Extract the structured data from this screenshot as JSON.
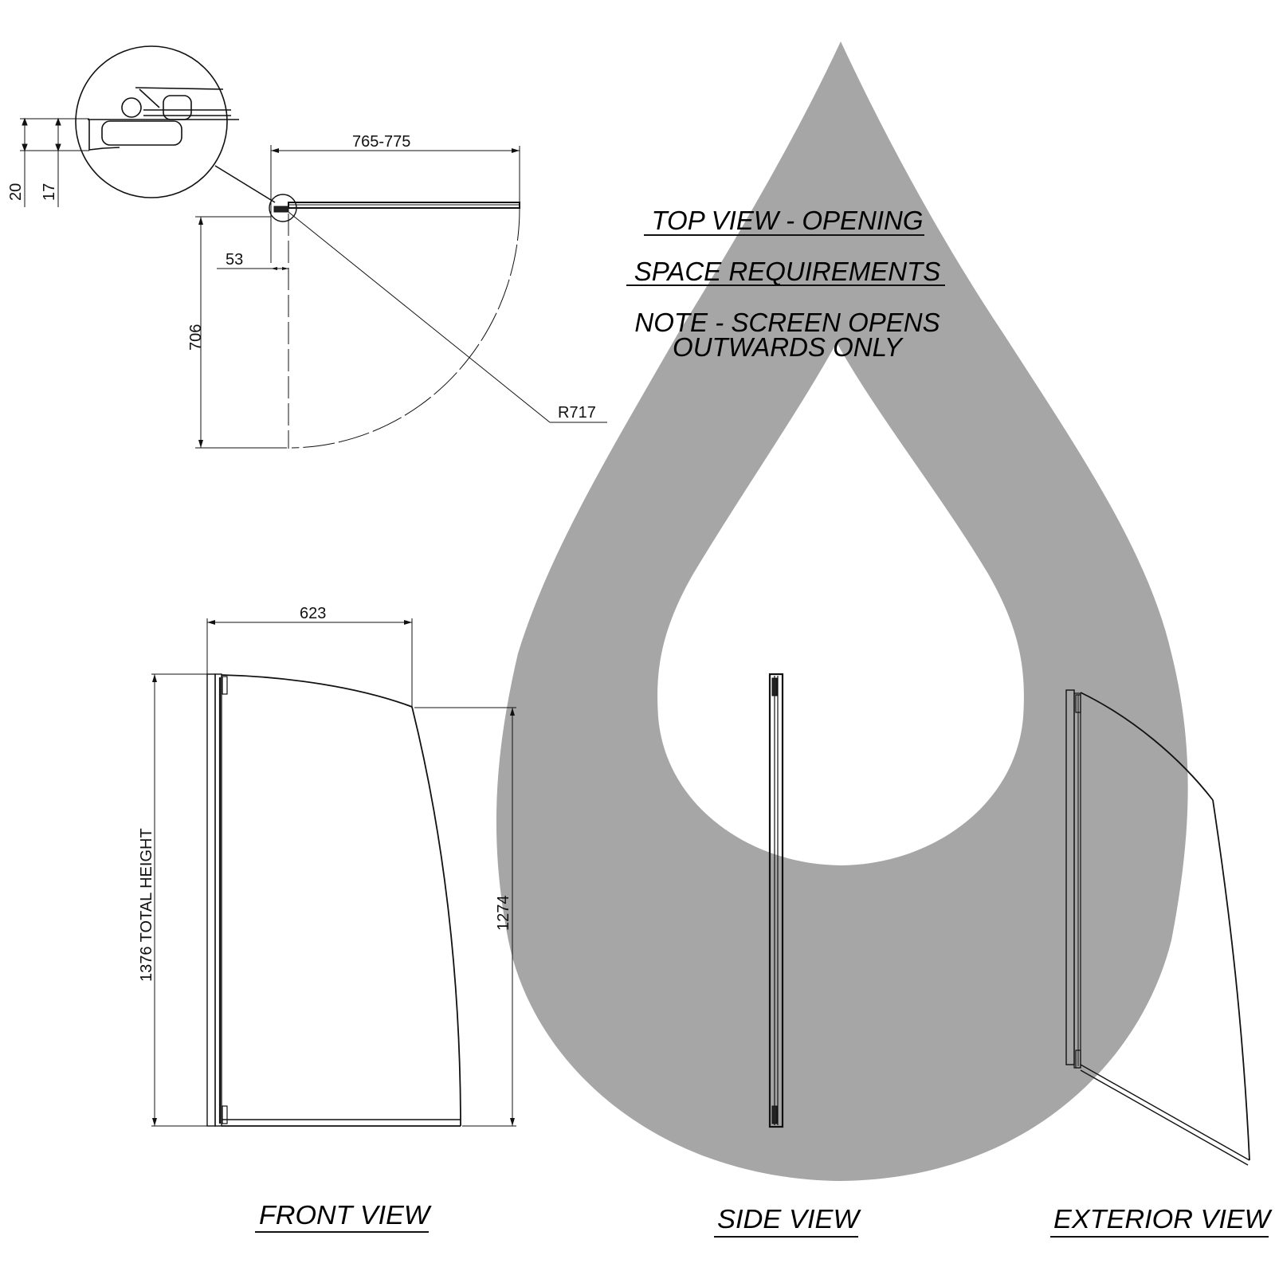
{
  "colors": {
    "background": "#ffffff",
    "droplet": "#a6a6a6",
    "line": "#111111"
  },
  "notes": {
    "title_1": "TOP VIEW - OPENING",
    "title_2": "SPACE REQUIREMENTS",
    "note_line_1": "NOTE - SCREEN OPENS",
    "note_line_2": "OUTWARDS ONLY"
  },
  "top_view": {
    "detail_dims": {
      "outer": "20",
      "inner": "17"
    },
    "width_dim": "765-775",
    "offset_dim": "53",
    "depth_dim": "706",
    "radius_dim": "R717"
  },
  "front_view": {
    "width_dim": "623",
    "total_height_dim": "1376 TOTAL HEIGHT",
    "edge_height_dim": "1274"
  },
  "view_labels": {
    "front": "FRONT VIEW",
    "side": "SIDE VIEW",
    "exterior": "EXTERIOR VIEW"
  }
}
